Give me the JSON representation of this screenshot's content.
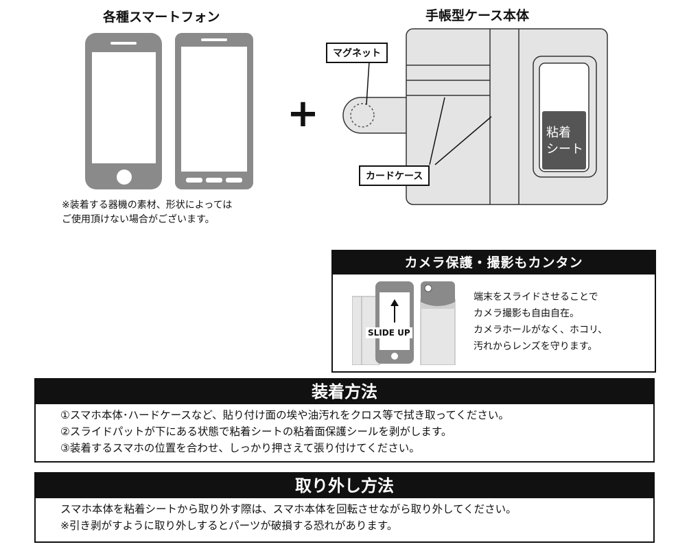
{
  "phones": {
    "title": "各種スマートフォン",
    "note_lines": [
      "※装着する器機の素材、形状によっては",
      "ご使用頂けない場合がございます。"
    ]
  },
  "plus": "+",
  "case": {
    "title": "手帳型ケース本体",
    "magnet_label": "マグネット",
    "card_label": "カードケース",
    "sticker_lines": [
      "粘着",
      "シート"
    ]
  },
  "camera": {
    "header": "カメラ保護・撮影もカンタン",
    "slide_label": "SLIDE UP",
    "text_lines": [
      "端末をスライドさせることで",
      "カメラ撮影も自由自在。",
      "カメラホールがなく、ホコリ、",
      "汚れからレンズを守ります。"
    ]
  },
  "install": {
    "header": "装着方法",
    "lines": [
      "①スマホ本体･ハードケースなど、貼り付け面の埃や油汚れをクロス等で拭き取ってください。",
      "②スライドパットが下にある状態で粘着シートの粘着面保護シールを剥がします。",
      "③装着するスマホの位置を合わせ、しっかり押さえて張り付けてください。"
    ]
  },
  "removal": {
    "header": "取り外し方法",
    "lines": [
      "スマホ本体を粘着シートから取り外す際は、スマホ本体を回転させながら取り外してください。",
      "※引き剥がすように取り外しするとパーツが破損する恐れがあります。"
    ]
  },
  "colors": {
    "phone_gray": "#8a8a8a",
    "case_gray": "#e4e4e4",
    "sticker_dark": "#555555",
    "header_black": "#111111"
  }
}
